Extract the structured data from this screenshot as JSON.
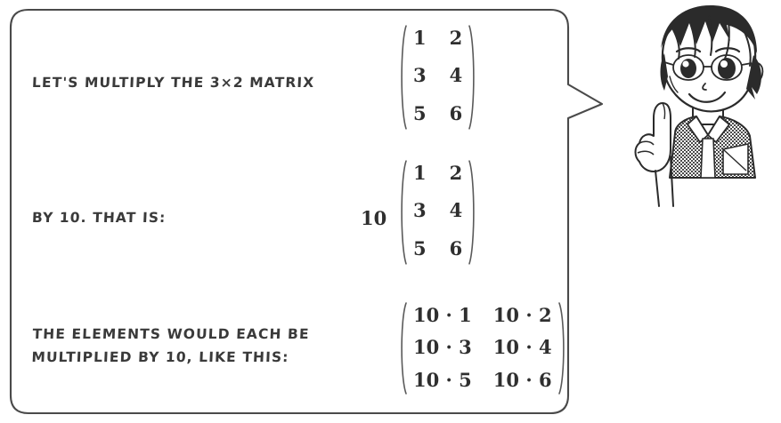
{
  "bubble": {
    "shape": "rounded-rectangle-with-tail",
    "border_color": "#4a4a4a",
    "fill_color": "#ffffff"
  },
  "text_color": "#3a3a3a",
  "math_color": "#2f2f2f",
  "lines": [
    {
      "id": "line1",
      "caption": "LET'S MULTIPLY THE 3×2 MATRIX",
      "scalar": "",
      "matrix": {
        "rows": 3,
        "cols": 2,
        "cells": [
          "1",
          "2",
          "3",
          "4",
          "5",
          "6"
        ]
      }
    },
    {
      "id": "line2",
      "caption": "BY 10. THAT IS:",
      "scalar": "10",
      "matrix": {
        "rows": 3,
        "cols": 2,
        "cells": [
          "1",
          "2",
          "3",
          "4",
          "5",
          "6"
        ]
      }
    },
    {
      "id": "line3",
      "caption": "THE ELEMENTS WOULD EACH BE\nMULTIPLIED BY 10, LIKE THIS:",
      "scalar": "",
      "matrix": {
        "rows": 3,
        "cols": 2,
        "cells": [
          "10 · 1",
          "10 · 2",
          "10 · 3",
          "10 · 4",
          "10 · 5",
          "10 · 6"
        ]
      }
    }
  ],
  "character": {
    "description": "manga-boy-with-glasses-pointing-up",
    "line_color": "#2b2b2b"
  }
}
